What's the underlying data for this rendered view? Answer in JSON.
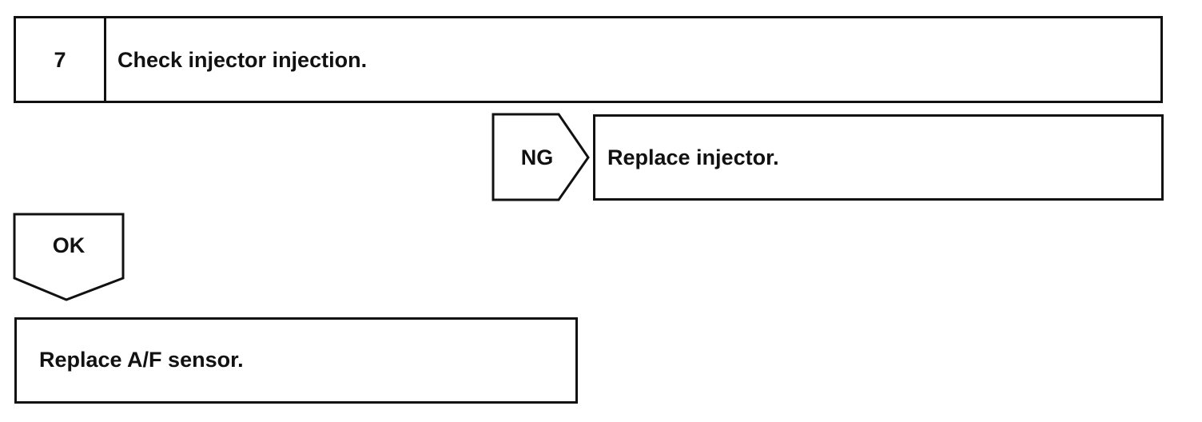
{
  "step": {
    "number": "7",
    "title": "Check injector injection."
  },
  "ng_branch": {
    "label": "NG",
    "result": "Replace injector."
  },
  "ok_branch": {
    "label": "OK",
    "result": "Replace A/F sensor."
  },
  "colors": {
    "line": "#111111",
    "background": "#ffffff"
  }
}
